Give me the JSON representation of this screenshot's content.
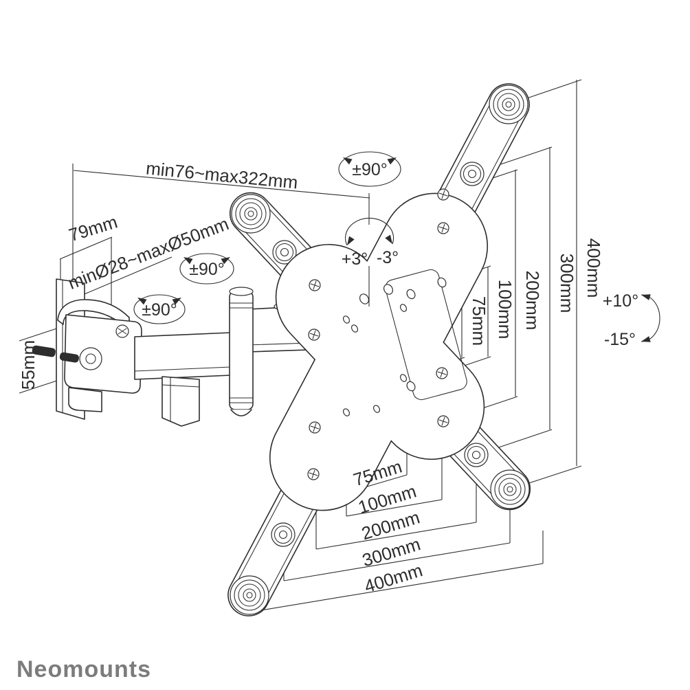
{
  "brand": {
    "name": "Neomounts",
    "logo_color": "#7c7c7c"
  },
  "drawing": {
    "type": "isometric technical line drawing",
    "subject": "full-motion pole mount TV bracket with X-shaped VESA plate",
    "line_color": "#2d2d2d",
    "background": "#ffffff"
  },
  "dimensions": {
    "arm_reach": "min76~max322mm",
    "wall_offset": "79mm",
    "pole_diameter": "minØ28~maxØ50mm",
    "clamp_height": "55mm",
    "swivel_arm_inner": "±90°",
    "swivel_arm_outer": "±90°",
    "swivel_plate": "±90°",
    "level_plus": "+3°",
    "level_minus": "-3°",
    "tilt_up": "+10°",
    "tilt_down": "-15°",
    "vesa_vertical": {
      "v75": "75mm",
      "v100": "100mm",
      "v200": "200mm",
      "v300": "300mm",
      "v400": "400mm"
    },
    "vesa_horizontal": {
      "h75": "75mm",
      "h100": "100mm",
      "h200": "200mm",
      "h300": "300mm",
      "h400": "400mm"
    }
  }
}
